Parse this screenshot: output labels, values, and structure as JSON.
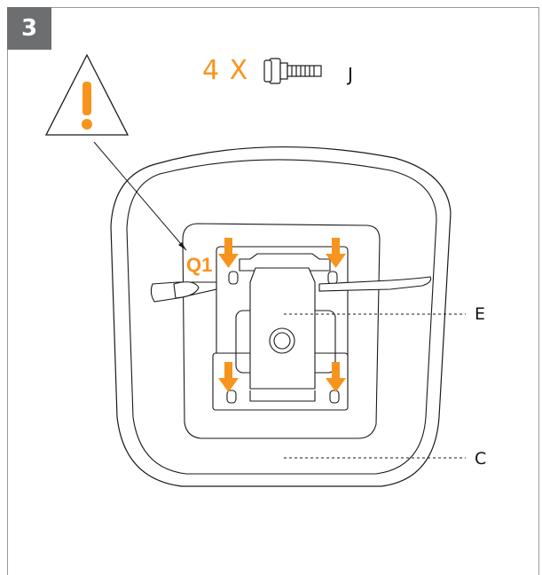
{
  "step": {
    "number": "3"
  },
  "hardware": {
    "quantity": "4 X",
    "part": "J"
  },
  "labels": {
    "lever_marker": "Q1",
    "callout_e": "E",
    "callout_c": "C"
  },
  "colors": {
    "accent": "#f7941d",
    "badge": "#6d6e70",
    "line": "#1a1a1a"
  },
  "icons": {
    "warning": "warning-triangle-icon",
    "bolt": "bolt-with-washer-icon",
    "arrow": "down-arrow-icon"
  }
}
